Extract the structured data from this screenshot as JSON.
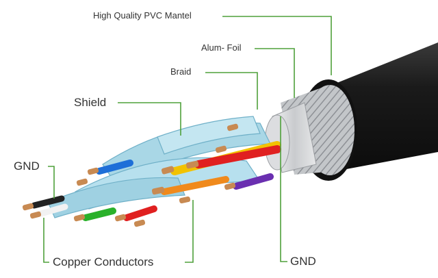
{
  "labels": {
    "pvc_mantel": "High Quality PVC Mantel",
    "alum_foil": "Alum- Foil",
    "braid": "Braid",
    "shield": "Shield",
    "gnd_left": "GND",
    "copper_conductors": "Copper Conductors",
    "gnd_bottom": "GND"
  },
  "colors": {
    "leader_line": "#4ea03a",
    "jacket": "#1b1b1b",
    "braid": "#b9bcc0",
    "foil": "#d6d8da",
    "shield_wrap": "#a9d7e6",
    "copper": "#c88a52",
    "wire_red": "#e02020",
    "wire_yellow": "#f2c200",
    "wire_orange": "#f08a1c",
    "wire_blue": "#1e6fd8",
    "wire_green": "#29b12a",
    "wire_purple": "#6a2fb0",
    "wire_white": "#f2f2f2",
    "wire_black": "#222222"
  }
}
